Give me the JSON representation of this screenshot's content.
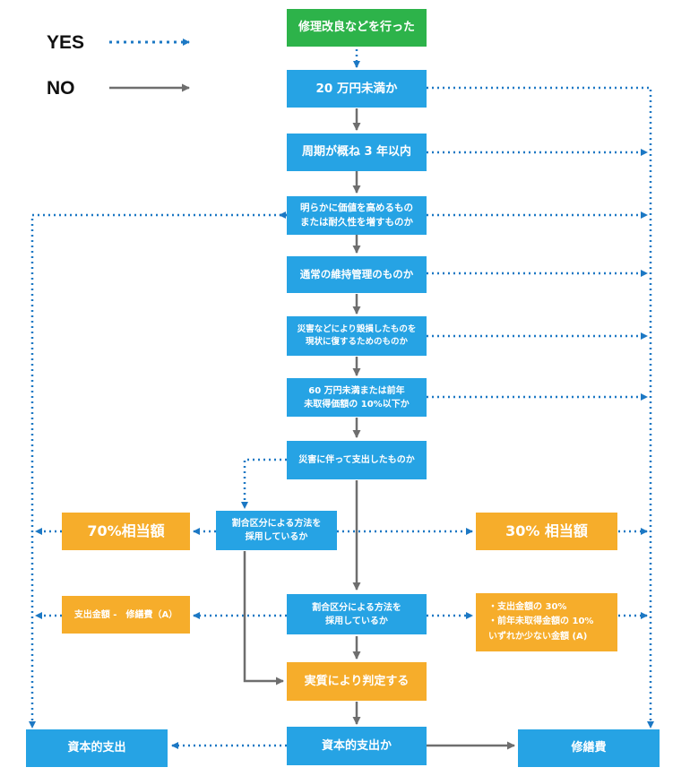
{
  "legend": {
    "yes": "YES",
    "no": "NO"
  },
  "nodes": {
    "start": "修理改良などを行った",
    "q_under_200k": "20 万円未満か",
    "q_cycle_3yr": "周期が概ね 3 年以内",
    "q_value_increase": "明らかに価値を高めるもの\nまたは耐久性を増すものか",
    "q_maintenance": "通常の維持管理のものか",
    "q_disaster_restore": "災害などにより毀損したものを\n現状に復するためのものか",
    "q_under_600k": "60 万円未満または前年\n未取得価額の 10%以下か",
    "q_disaster_related": "災害に伴って支出したものか",
    "q_split_left": "割合区分による方法を\n採用しているか",
    "q_split_center": "割合区分による方法を\n採用しているか",
    "out_70pct": "70%相当額",
    "out_30pct": "30% 相当額",
    "out_spend_minus": "支出金額 -　修繕費（A）",
    "out_lesser": "・支出金額の 30%\n・前年未取得金額の 10%\nいずれか少ない金額 (A)",
    "judge_substance": "実質により判定する",
    "q_capital": "資本的支出か",
    "res_capital": "資本的支出",
    "res_repair": "修繕費"
  },
  "colors": {
    "yes_line": "#1c78c4",
    "no_line": "#6e6e6e",
    "blue": "#26a3e4",
    "green": "#2db34a",
    "orange": "#f6ad2b"
  }
}
